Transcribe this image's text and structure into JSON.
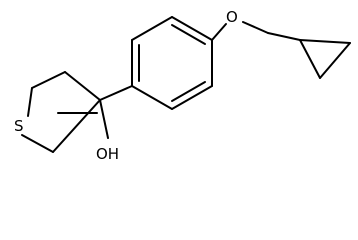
{
  "molecule": {
    "atoms": {
      "sulfur": "S",
      "hydroxyl": "OH",
      "ether_oxygen": "O"
    }
  },
  "colors": {
    "background": "#ffffff",
    "bond": "#000000",
    "text": "#000000"
  }
}
